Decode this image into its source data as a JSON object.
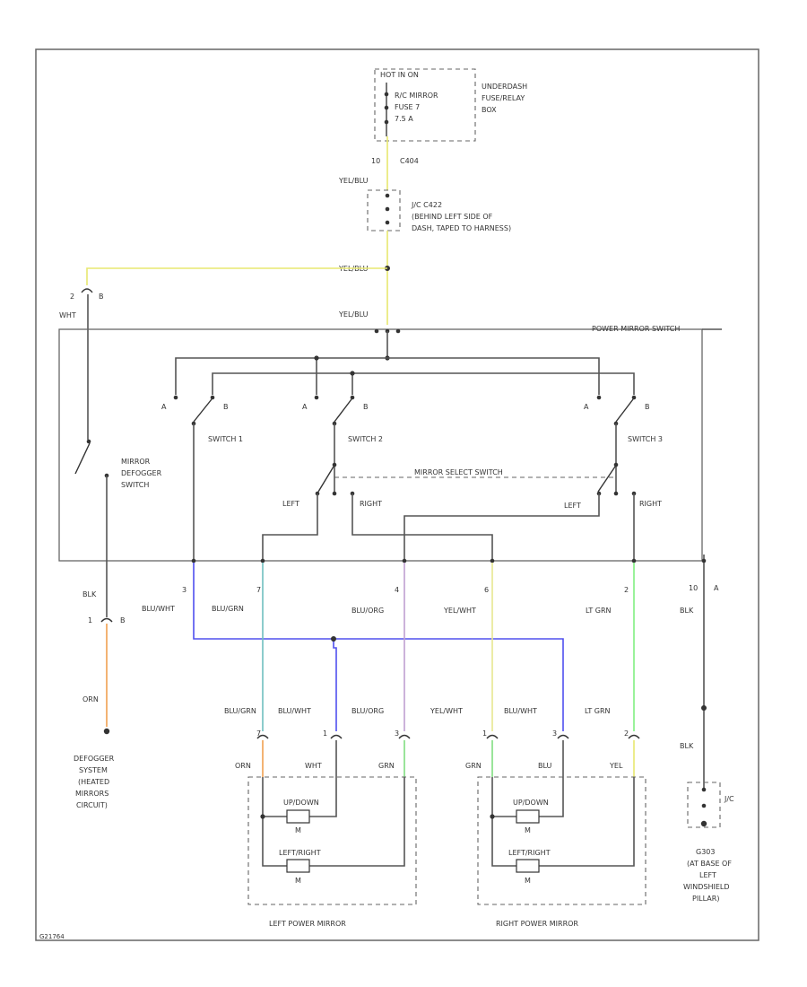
{
  "fuse_box": {
    "header": "HOT IN ON",
    "lines": [
      "R/C MIRROR",
      "FUSE 7",
      "7.5 A"
    ],
    "label": [
      "UNDERDASH",
      "FUSE/RELAY",
      "BOX"
    ]
  },
  "conn_c404": {
    "pin": "10",
    "name": "C404"
  },
  "wire_yelblu": "YEL/BLU",
  "c422": {
    "label": [
      "J/C C422",
      "(BEHIND LEFT SIDE OF",
      "DASH, TAPED TO HARNESS)"
    ]
  },
  "defog_conn": {
    "pin_a": "2",
    "pin_b": "B",
    "wire": "WHT"
  },
  "switch": {
    "title": "POWER MIRROR SWITCH",
    "mirror_defogger": [
      "MIRROR",
      "DEFOGGER",
      "SWITCH"
    ],
    "switch1": "SWITCH 1",
    "switch2": "SWITCH 2",
    "switch3": "SWITCH 3",
    "select": "MIRROR SELECT SWITCH",
    "a": "A",
    "b": "B",
    "left": "LEFT",
    "right": "RIGHT"
  },
  "harness": {
    "blk": "BLK",
    "pin_blk": "1",
    "pin_b": "B",
    "orn": "ORN",
    "pins": [
      "3",
      "7",
      "4",
      "6",
      "2"
    ],
    "wires": [
      "BLU/WHT",
      "BLU/GRN",
      "BLU/ORG",
      "YEL/WHT",
      "LT GRN"
    ],
    "ground": {
      "pin": "10",
      "pin_b": "A",
      "wire": "BLK"
    }
  },
  "defogger_system": [
    "DEFOGGER",
    "SYSTEM",
    "(HEATED",
    "MIRRORS",
    "CIRCUIT)"
  ],
  "left_mirror": {
    "wires": [
      "BLU/GRN",
      "BLU/WHT",
      "BLU/ORG"
    ],
    "pins": [
      "7",
      "1",
      "3"
    ],
    "inner": [
      "ORN",
      "WHT",
      "GRN"
    ],
    "updown": "UP/DOWN",
    "leftright": "LEFT/RIGHT",
    "motor": "M",
    "name": "LEFT POWER MIRROR"
  },
  "right_mirror": {
    "wires": [
      "YEL/WHT",
      "BLU/WHT",
      "LT GRN"
    ],
    "pins": [
      "1",
      "3",
      "2"
    ],
    "inner": [
      "GRN",
      "BLU",
      "YEL"
    ],
    "updown": "UP/DOWN",
    "leftright": "LEFT/RIGHT",
    "motor": "M",
    "name": "RIGHT POWER MIRROR"
  },
  "ground_wire": "BLK",
  "jc": "J/C",
  "g303": [
    "G303",
    "(AT BASE OF",
    "LEFT",
    "WINDSHIELD",
    "PILLAR)"
  ],
  "footer_id": "G21764",
  "colors": {
    "yel_blu": "#e8e870",
    "blue": "#5050ee",
    "orange": "#f0a050",
    "blu_grn": "#70c0c0",
    "blu_org": "#c0a0d0",
    "yel_wht": "#e8e890",
    "lt_grn": "#80ee80",
    "grn": "#80dd80"
  }
}
